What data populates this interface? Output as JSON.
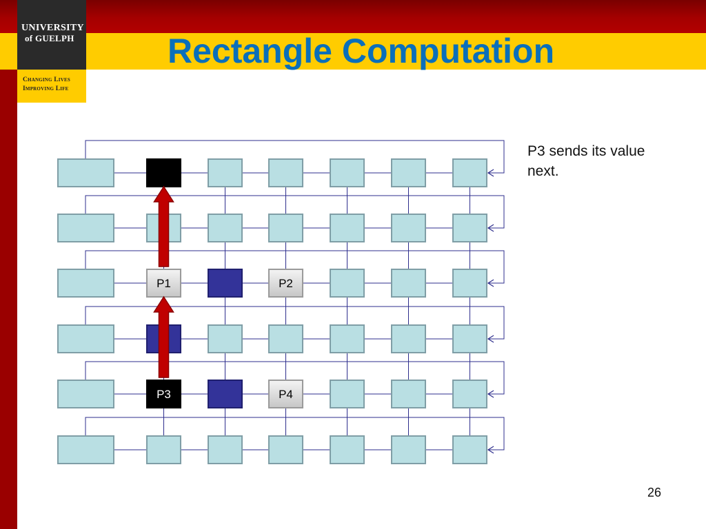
{
  "header": {
    "logo_line1": "UNIVERSITY",
    "logo_line2": "of GUELPH",
    "tagline_line1": "Changing Lives",
    "tagline_line2": "Improving Life",
    "title": "Rectangle Computation"
  },
  "note": "P3 sends its value next.",
  "page_number": "26",
  "colors": {
    "cell_fill": "#b9dfe3",
    "cell_border": "#7f9ea6",
    "wire": "#2d2d8c",
    "active_black": "#000000",
    "highlight_blue": "#333399",
    "arrow_red": "#c00000",
    "title_blue": "#0a6fba"
  },
  "grid": {
    "rows": 6,
    "cols": 7,
    "cells": [
      {
        "row": 0,
        "col": 1,
        "style": "black",
        "label": ""
      },
      {
        "row": 2,
        "col": 1,
        "style": "gray",
        "label": "P1"
      },
      {
        "row": 2,
        "col": 2,
        "style": "blue",
        "label": ""
      },
      {
        "row": 2,
        "col": 3,
        "style": "gray",
        "label": "P2"
      },
      {
        "row": 3,
        "col": 1,
        "style": "blue",
        "label": ""
      },
      {
        "row": 4,
        "col": 1,
        "style": "black",
        "label": "P3"
      },
      {
        "row": 4,
        "col": 2,
        "style": "blue",
        "label": ""
      },
      {
        "row": 4,
        "col": 3,
        "style": "gray",
        "label": "P4"
      }
    ],
    "arrows": [
      {
        "col": 1,
        "from_row": 2,
        "to_row": 0
      },
      {
        "col": 1,
        "from_row": 4,
        "to_row": 2
      }
    ]
  }
}
